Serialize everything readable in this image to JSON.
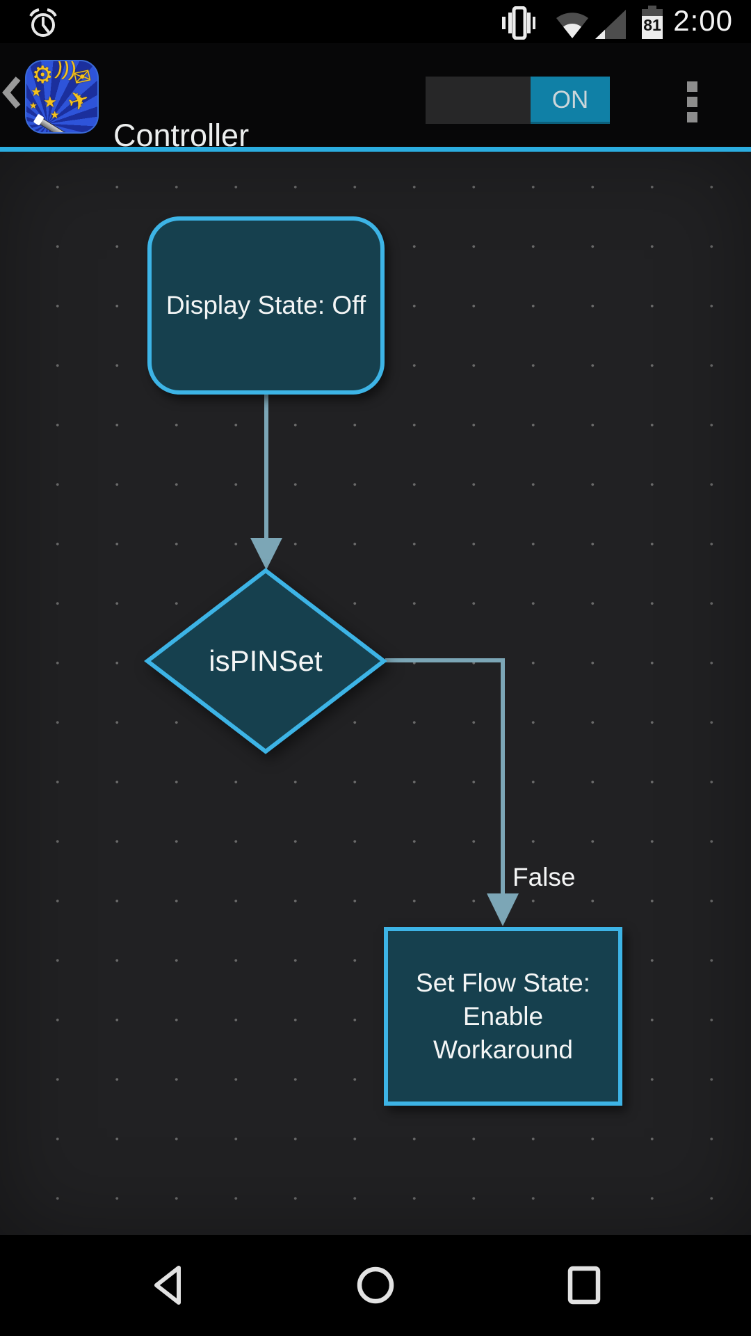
{
  "status_bar": {
    "time": "2:00",
    "battery_level": "81",
    "icons": [
      "alarm-icon",
      "vibrate-icon",
      "wifi-icon",
      "cell-signal-icon",
      "battery-icon"
    ]
  },
  "app_bar": {
    "title": "Controller",
    "back_icon": "up-chevron-icon",
    "app_icon": "automate-app-icon",
    "app_icon_glyphs": {
      "gear": "⚙",
      "mail": "✉",
      "plane": "✈",
      "star": "★"
    },
    "toggle": {
      "state": "ON"
    },
    "overflow_icon": "overflow-menu-icon"
  },
  "flow": {
    "nodes": [
      {
        "id": "node-display-state",
        "shape": "rounded-rect",
        "label": "Display State: Off"
      },
      {
        "id": "node-decision",
        "shape": "diamond",
        "label": "isPINSet"
      },
      {
        "id": "node-set-flow-state",
        "shape": "rect",
        "label": "Set Flow State:\nEnable\nWorkaround"
      }
    ],
    "edges": [
      {
        "from": "node-display-state",
        "to": "node-decision",
        "label": ""
      },
      {
        "from": "node-decision",
        "to": "node-set-flow-state",
        "label": "False"
      }
    ]
  },
  "nav_bar": {
    "icons": [
      "back-icon",
      "home-icon",
      "recents-icon"
    ]
  },
  "colors": {
    "accent_blue": "#3db4e6",
    "divider_blue": "#2bade0",
    "node_fill": "#16404e",
    "connector": "#7ca6b6",
    "toggle_on": "#1080a6",
    "canvas_bg": "#212123"
  }
}
